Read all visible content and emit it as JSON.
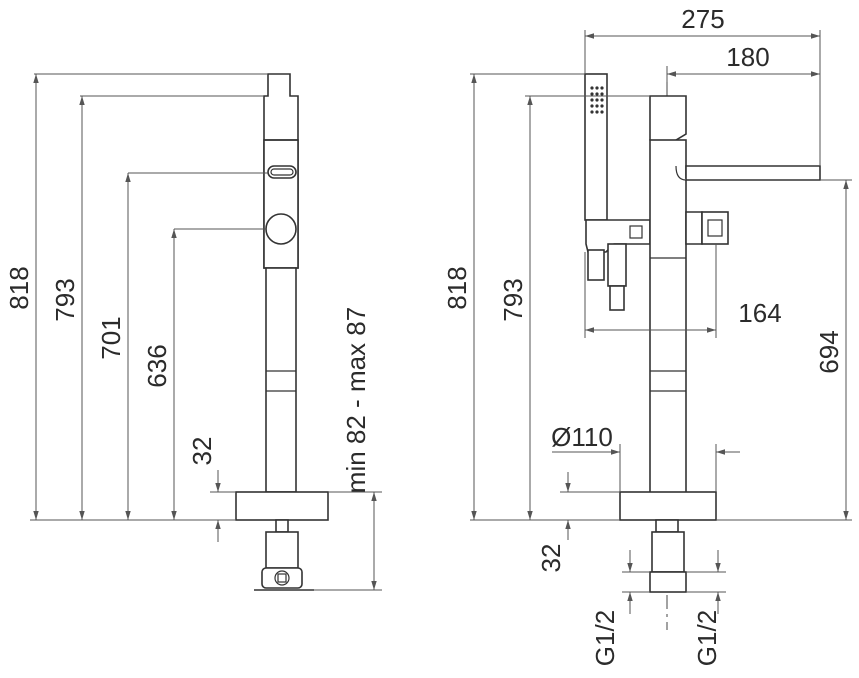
{
  "colors": {
    "line": "#333333",
    "dimension": "#555555",
    "background": "#ffffff"
  },
  "left_view": {
    "dims": {
      "d818": "818",
      "d793": "793",
      "d701": "701",
      "d636": "636",
      "d32": "32",
      "range": "min 82 - max 87"
    }
  },
  "right_view": {
    "dims": {
      "d275": "275",
      "d180": "180",
      "d818": "818",
      "d793": "793",
      "d164": "164",
      "d694": "694",
      "dia": "Ø110",
      "d32": "32",
      "g_left": "G1/2",
      "g_right": "G1/2"
    }
  }
}
